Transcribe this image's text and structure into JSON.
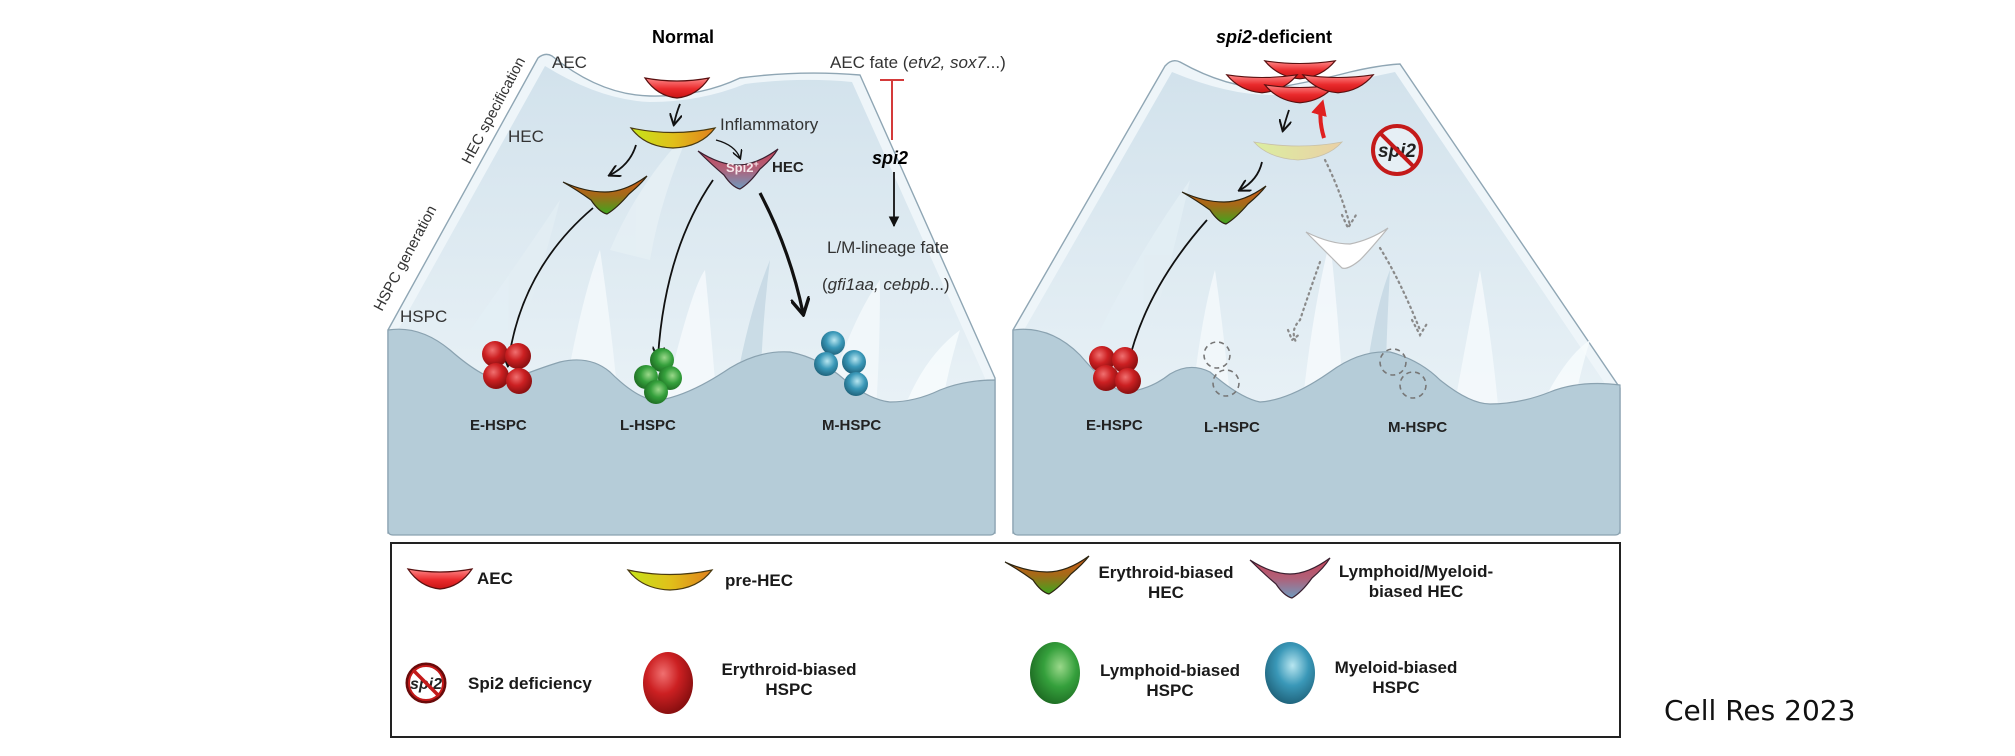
{
  "panels": {
    "normal": {
      "title": "Normal",
      "stage_labels": {
        "aec": "AEC",
        "hec": "HEC",
        "hspc": "HSPC"
      },
      "axis_labels": {
        "hec_spec": "HEC specification",
        "hspc_gen": "HSPC generation"
      },
      "inflammatory_label": "Inflammatory",
      "spi2_hec_label": "Spi2",
      "spi2_hec_sup": "+",
      "spi2_hec_suffix": "HEC",
      "hspc_labels": [
        "E-HSPC",
        "L-HSPC",
        "M-HSPC"
      ],
      "regulation": {
        "aec_fate": "AEC fate (",
        "aec_genes": "etv2, sox7",
        "aec_tail": "...)",
        "regulator": "spi2",
        "lm_fate": "L/M-lineage fate",
        "lm_open": "(",
        "lm_genes": "gfi1aa, cebpb",
        "lm_tail": "...)"
      }
    },
    "deficient": {
      "title_italic": "spi2",
      "title_rest": "-deficient",
      "hspc_labels": [
        "E-HSPC",
        "L-HSPC",
        "M-HSPC"
      ],
      "knockout_icon_text": "spi2"
    }
  },
  "legend": {
    "items": [
      {
        "icon": "aec-cell-icon",
        "label": [
          "AEC"
        ]
      },
      {
        "icon": "pre-hec-cell-icon",
        "label": [
          "pre-HEC"
        ]
      },
      {
        "icon": "erythroid-hec-icon",
        "label": [
          "Erythroid-biased",
          "HEC"
        ]
      },
      {
        "icon": "lm-hec-icon",
        "label": [
          "Lymphoid/Myeloid-",
          "biased HEC"
        ]
      },
      {
        "icon": "spi2-knockout-icon",
        "icon_text": "spi2",
        "label": [
          "Spi2 deficiency"
        ]
      },
      {
        "icon": "erythroid-hspc-icon",
        "label": [
          "Erythroid-biased",
          "HSPC"
        ]
      },
      {
        "icon": "lymphoid-hspc-icon",
        "label": [
          "Lymphoid-biased",
          "HSPC"
        ]
      },
      {
        "icon": "myeloid-hspc-icon",
        "label": [
          "Myeloid-biased",
          "HSPC"
        ]
      }
    ]
  },
  "colors": {
    "aec": "#e8262b",
    "pre_hec_start": "#c6e21a",
    "pre_hec_end": "#e0801c",
    "ery_hec_top": "#d0601a",
    "ery_hec_bottom": "#4aa21e",
    "lm_hec_top": "#c2445a",
    "lm_hec_bottom": "#7a9ab8",
    "erythroid": "#c81f22",
    "lymphoid": "#2f9a38",
    "myeloid": "#2f8fb0",
    "inhibition": "#d43a3a",
    "landscape_light": "#e6f0f6",
    "landscape_base": "#b3cbd8"
  },
  "citation": "Cell Res 2023"
}
